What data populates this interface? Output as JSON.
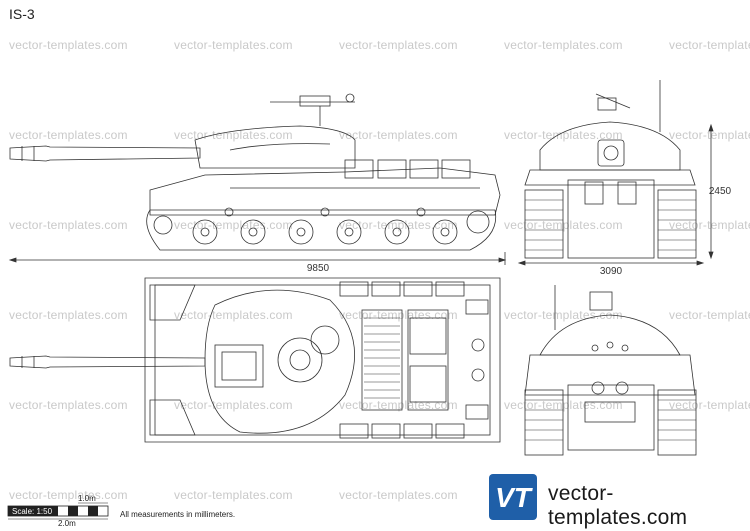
{
  "title": "IS-3",
  "watermark": "vector-templates.com",
  "dimensions": {
    "length": "9850",
    "width": "3090",
    "height": "2450"
  },
  "scale": {
    "label": "Scale: 1:50",
    "one_m": "1.0m",
    "two_m": "2.0m"
  },
  "note": "All measurements in millimeters.",
  "brand": {
    "logo_text": "VT",
    "name": "vector-templates.com",
    "color": "#1f5fa8"
  }
}
